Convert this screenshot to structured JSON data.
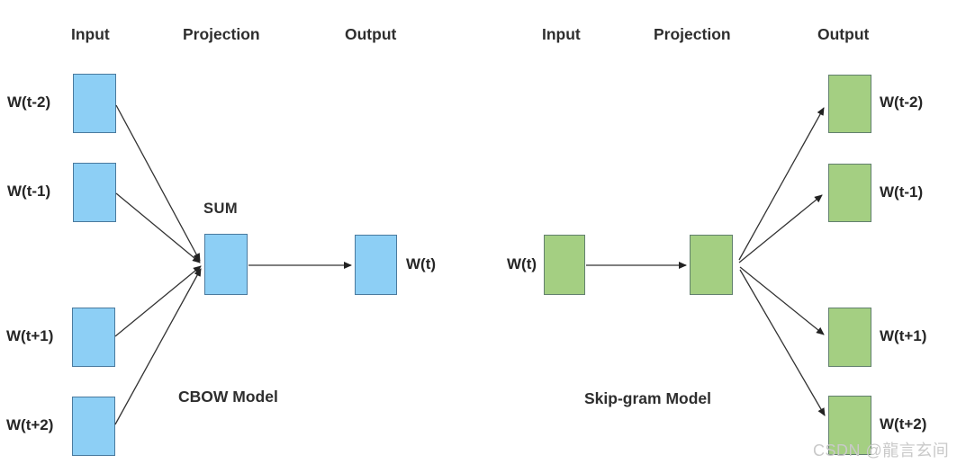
{
  "colors": {
    "background": "#ffffff",
    "cbow_box_fill": "#8dcff5",
    "cbow_box_border": "#4a7a9e",
    "skipgram_box_fill": "#a4cf82",
    "skipgram_box_border": "#62806e",
    "arrow": "#333333",
    "text": "#2b2b2b",
    "watermark": "#c9c9c9"
  },
  "cbow": {
    "headers": {
      "input": "Input",
      "projection": "Projection",
      "output": "Output"
    },
    "input_labels": [
      "W(t-2)",
      "W(t-1)",
      "W(t+1)",
      "W(t+2)"
    ],
    "sum_label": "SUM",
    "output_label": "W(t)",
    "caption": "CBOW Model"
  },
  "skipgram": {
    "headers": {
      "input": "Input",
      "projection": "Projection",
      "output": "Output"
    },
    "input_label": "W(t)",
    "output_labels": [
      "W(t-2)",
      "W(t-1)",
      "W(t+1)",
      "W(t+2)"
    ],
    "caption": "Skip-gram Model"
  },
  "watermark": "CSDN @龍言玄间"
}
